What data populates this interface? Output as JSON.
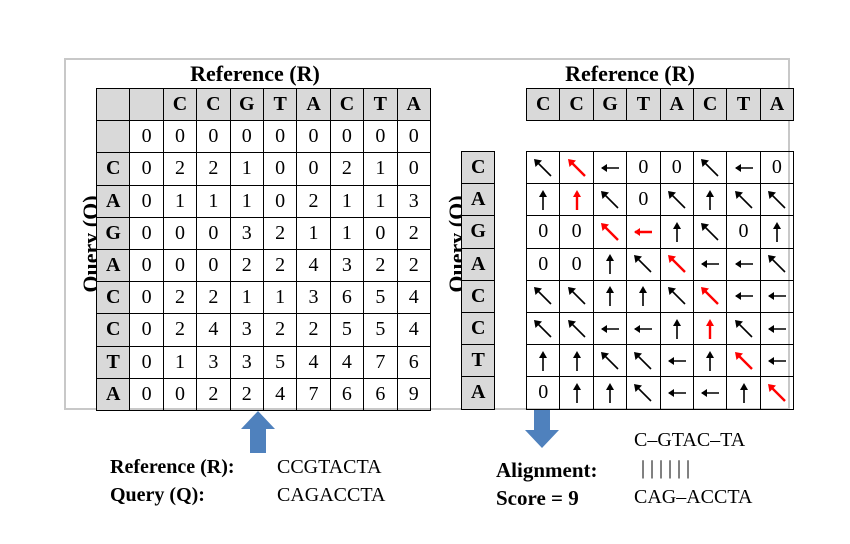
{
  "left_panel": {
    "title": "Reference (R)",
    "row_axis_label": "Query (Q)",
    "reference": [
      "C",
      "C",
      "G",
      "T",
      "A",
      "C",
      "T",
      "A"
    ],
    "query": [
      "C",
      "A",
      "G",
      "A",
      "C",
      "C",
      "T",
      "A"
    ],
    "scores": [
      [
        "0",
        "0",
        "0",
        "0",
        "0",
        "0",
        "0",
        "0",
        "0"
      ],
      [
        "0",
        "2",
        "2",
        "1",
        "0",
        "0",
        "2",
        "1",
        "0"
      ],
      [
        "0",
        "1",
        "1",
        "1",
        "0",
        "2",
        "1",
        "1",
        "3"
      ],
      [
        "0",
        "0",
        "0",
        "3",
        "2",
        "1",
        "1",
        "0",
        "2"
      ],
      [
        "0",
        "0",
        "0",
        "2",
        "2",
        "4",
        "3",
        "2",
        "2"
      ],
      [
        "0",
        "2",
        "2",
        "1",
        "1",
        "3",
        "6",
        "5",
        "4"
      ],
      [
        "0",
        "2",
        "4",
        "3",
        "2",
        "2",
        "5",
        "5",
        "4"
      ],
      [
        "0",
        "1",
        "3",
        "3",
        "5",
        "4",
        "4",
        "7",
        "6"
      ],
      [
        "0",
        "0",
        "2",
        "2",
        "4",
        "7",
        "6",
        "6",
        "9"
      ]
    ]
  },
  "right_panel": {
    "title": "Reference (R)",
    "row_axis_label": "Query (Q)",
    "reference": [
      "C",
      "C",
      "G",
      "T",
      "A",
      "C",
      "T",
      "A"
    ],
    "query": [
      "C",
      "A",
      "G",
      "A",
      "C",
      "C",
      "T",
      "A"
    ],
    "traceback": [
      [
        "diag",
        "diag*",
        "left",
        "0",
        "0",
        "diag",
        "left",
        "0"
      ],
      [
        "up",
        "up*",
        "diag",
        "0",
        "diag",
        "up",
        "diag",
        "diag"
      ],
      [
        "0",
        "0",
        "diag*",
        "left*",
        "up",
        "diag",
        "0",
        "up"
      ],
      [
        "0",
        "0",
        "up",
        "diag",
        "diag*",
        "left",
        "left",
        "diag"
      ],
      [
        "diag",
        "diag",
        "up",
        "up",
        "diag",
        "diag*",
        "left",
        "left"
      ],
      [
        "diag",
        "diag",
        "left",
        "left",
        "up",
        "up*",
        "diag",
        "left"
      ],
      [
        "up",
        "up",
        "diag",
        "diag",
        "left",
        "up",
        "diag*",
        "left"
      ],
      [
        "0",
        "up",
        "up",
        "diag",
        "left",
        "left",
        "up",
        "diag*"
      ]
    ]
  },
  "bottom_left": {
    "ref_label": "Reference (R):",
    "ref_value": "CCGTACTA",
    "query_label": "Query (Q):",
    "query_value": "CAGACCTA"
  },
  "bottom_right": {
    "alignment_label": "Alignment:",
    "score_label": "Score = 9",
    "aligned_ref": "C–GTAC–TA",
    "match_line": "|    |    | |    |  |",
    "aligned_query": "CAG–ACCTA"
  },
  "colors": {
    "header_fill": "#d9d9d9",
    "traceback_path": "#ff0000",
    "flow_arrow": "#4f81bd",
    "frame": "#c8c8c8"
  }
}
